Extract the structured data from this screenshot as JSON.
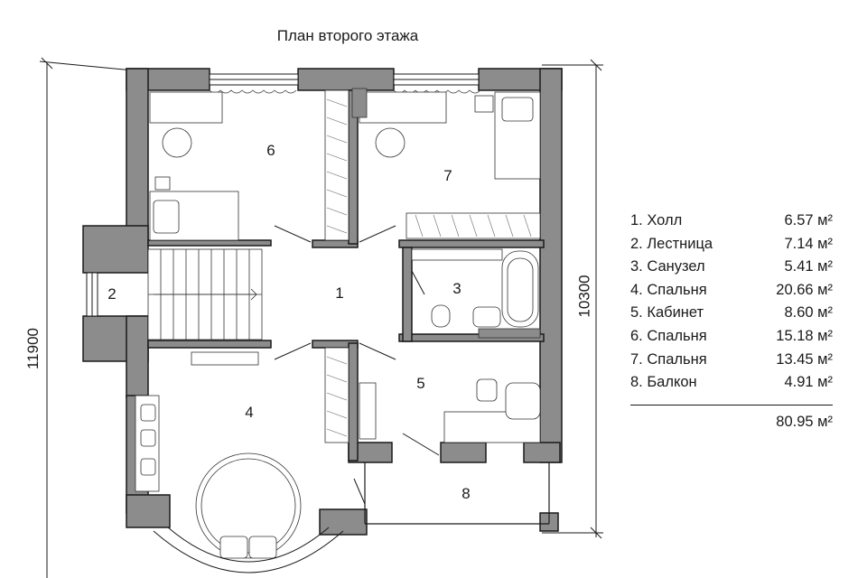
{
  "plan": {
    "title": "План второго этажа",
    "dimension_total_height": "11900",
    "dimension_inner_height": "10300",
    "room_numbers": [
      "1",
      "2",
      "3",
      "4",
      "5",
      "6",
      "7",
      "8"
    ]
  },
  "legend": {
    "rooms": [
      {
        "label": "1. Холл",
        "area": "6.57 м²"
      },
      {
        "label": "2. Лестница",
        "area": "7.14 м²"
      },
      {
        "label": "3. Санузел",
        "area": "5.41 м²"
      },
      {
        "label": "4. Спальня",
        "area": "20.66 м²"
      },
      {
        "label": "5. Кабинет",
        "area": "8.60 м²"
      },
      {
        "label": "6. Спальня",
        "area": "15.18 м²"
      },
      {
        "label": "7. Спальня",
        "area": "13.45 м²"
      },
      {
        "label": "8. Балкон",
        "area": "4.91 м²"
      }
    ],
    "total": "80.95 м²"
  },
  "colors": {
    "wall": "#8c8c8c",
    "wall_edge": "#1a1a1a",
    "floor": "#ffffff",
    "furniture": "#333333"
  }
}
